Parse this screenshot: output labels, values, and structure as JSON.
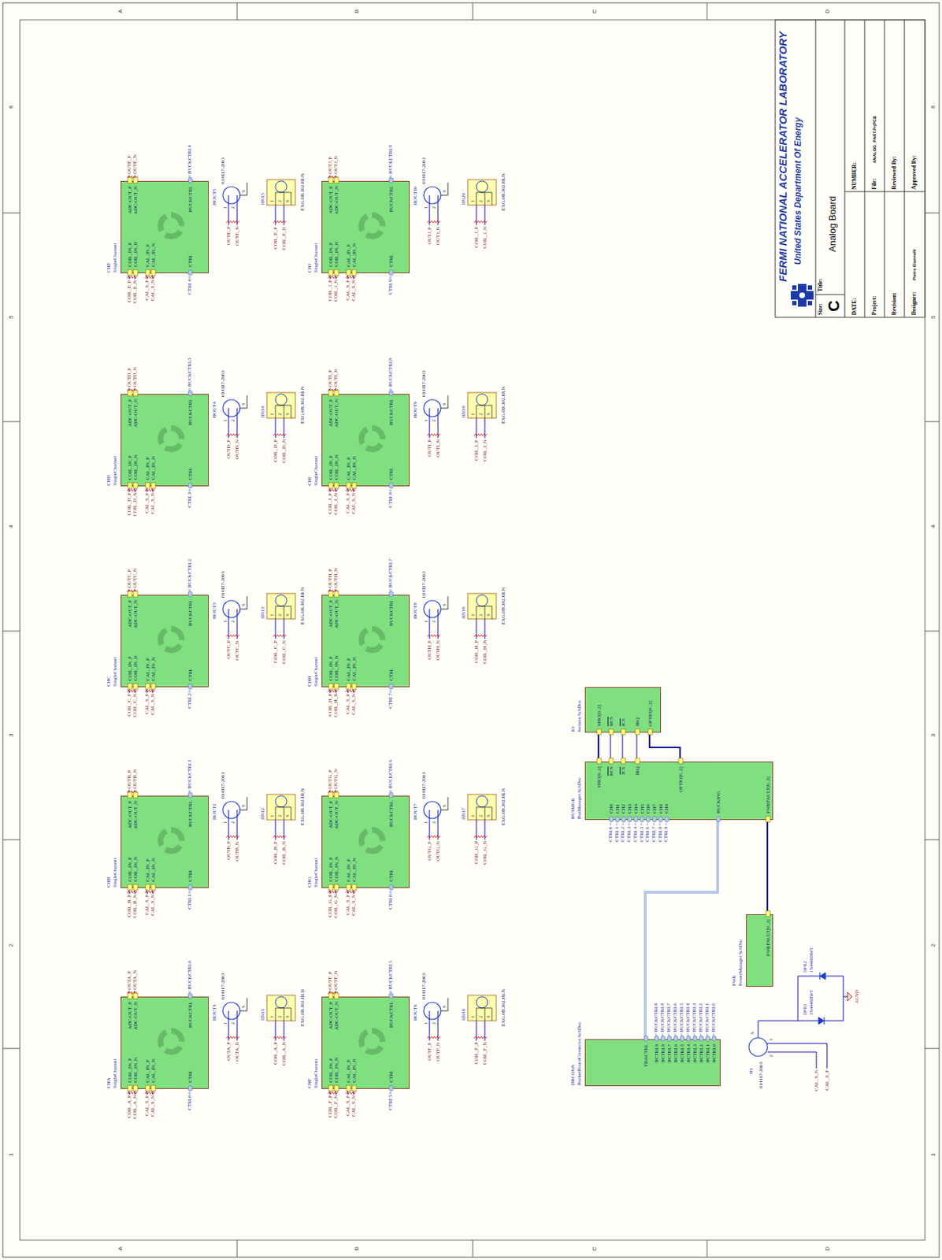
{
  "diagram": {
    "nodes": [
      {
        "text": [
          "CHA",
          "SingleChannel",
          "COIL_IN_P",
          "COIL_IN_N",
          "CAL_IN_P",
          "CAL_IN_N",
          "CTRL",
          "ADC-OUT_P",
          "ADC-OUT_N",
          "BUCKCTRL"
        ]
      },
      {
        "text": [
          "CHB",
          "SingleChannel",
          "COIL_IN_P",
          "COIL_IN_N",
          "CAL_IN_P",
          "CAL_IN_N",
          "CTRL",
          "ADC-OUT_P",
          "ADC-OUT_N",
          "BUCKCTRL"
        ]
      },
      {
        "text": [
          "CHC",
          "SingleChannel",
          "COIL_IN_P",
          "COIL_IN_N",
          "CAL_IN_P",
          "CAL_IN_N",
          "CTRL",
          "ADC-OUT_P",
          "ADC-OUT_N",
          "BUCKCTRL"
        ]
      },
      {
        "text": [
          "CHD",
          "SingleChannel",
          "COIL_IN_P",
          "COIL_IN_N",
          "CAL_IN_P",
          "CAL_IN_N",
          "CTRL",
          "ADC-OUT_P",
          "ADC-OUT_N",
          "BUCKCTRL"
        ]
      },
      {
        "text": [
          "CHE",
          "SingleChannel",
          "COIL_IN_P",
          "COIL_IN_N",
          "CAL_IN_P",
          "CAL_IN_N",
          "CTRL",
          "ADC-OUT_P",
          "ADC-OUT_N",
          "BUCKCTRL"
        ]
      },
      {
        "text": [
          "CHF",
          "SingleChannel",
          "COIL_IN_P",
          "COIL_IN_N",
          "CAL_IN_P",
          "CAL_IN_N",
          "CTRL",
          "ADC-OUT_P",
          "ADC-OUT_N",
          "BUCKCTRL"
        ]
      },
      {
        "text": [
          "CHG",
          "SingleChannel",
          "COIL_IN_P",
          "COIL_IN_N",
          "CAL_IN_P",
          "CAL_IN_N",
          "CTRL",
          "ADC-OUT_P",
          "ADC-OUT_N",
          "BUCKCTRL"
        ]
      },
      {
        "text": [
          "CHH",
          "SingleChannel",
          "COIL_IN_P",
          "COIL_IN_N",
          "CAL_IN_P",
          "CAL_IN_N",
          "CTRL",
          "ADC-OUT_P",
          "ADC-OUT_N",
          "BUCKCTRL"
        ]
      },
      {
        "text": [
          "CHI",
          "SingleChannel",
          "COIL_IN_P",
          "COIL_IN_N",
          "CAL_IN_P",
          "CAL_IN_N",
          "CTRL",
          "ADC-OUT_P",
          "ADC-OUT_N",
          "BUCKCTRL"
        ]
      },
      {
        "text": [
          "CHJ",
          "SingleChannel",
          "COIL_IN_P",
          "COIL_IN_N",
          "CAL_IN_P",
          "CAL_IN_N",
          "CTRL",
          "ADC-OUT_P",
          "ADC-OUT_N",
          "BUCKCTRL"
        ]
      },
      {
        "text": [
          "HOUT1",
          "014117-2003",
          "1",
          "2",
          "S"
        ]
      },
      {
        "text": [
          "HOUT2",
          "014117-2003",
          "1",
          "2",
          "S"
        ]
      },
      {
        "text": [
          "HOUT3",
          "014117-2003",
          "1",
          "2",
          "S"
        ]
      },
      {
        "text": [
          "HOUT4",
          "014117-2003",
          "1",
          "2",
          "S"
        ]
      },
      {
        "text": [
          "HOUT5",
          "014117-2003",
          "1",
          "2",
          "S"
        ]
      },
      {
        "text": [
          "HOUT6",
          "014117-2003",
          "1",
          "2",
          "S"
        ]
      },
      {
        "text": [
          "HOUT7",
          "014117-2003",
          "1",
          "2",
          "S"
        ]
      },
      {
        "text": [
          "HOUT8",
          "014117-2003",
          "1",
          "2",
          "S"
        ]
      },
      {
        "text": [
          "HOUT9",
          "014117-2003",
          "1",
          "2",
          "S"
        ]
      },
      {
        "text": [
          "HOUT10",
          "014117-2003",
          "1",
          "2",
          "S"
        ]
      },
      {
        "text": [
          "JIN11",
          "EXG.0B.302.HLN",
          "1",
          "2",
          "S"
        ]
      },
      {
        "text": [
          "JIN12",
          "EXG.0B.302.HLN",
          "1",
          "2",
          "S"
        ]
      },
      {
        "text": [
          "JIN13",
          "EXG.0B.302.HLN",
          "1",
          "2",
          "S"
        ]
      },
      {
        "text": [
          "JIN14",
          "EXG.0B.302.HLN",
          "1",
          "2",
          "S"
        ]
      },
      {
        "text": [
          "JIN15",
          "EXG.0B.302.HLN",
          "1",
          "2",
          "S"
        ]
      },
      {
        "text": [
          "JIN16",
          "EXG.0B.302.HLN",
          "1",
          "2",
          "S"
        ]
      },
      {
        "text": [
          "JIN17",
          "EXG.0B.302.HLN",
          "1",
          "2",
          "S"
        ]
      },
      {
        "text": [
          "JIN18",
          "EXG.0B.302.HLN",
          "1",
          "2",
          "S"
        ]
      },
      {
        "text": [
          "JIN19",
          "EXG.0B.302.HLN",
          "1",
          "2",
          "S"
        ]
      },
      {
        "text": [
          "JIN20",
          "EXG.0B.302.HLN",
          "1",
          "2",
          "S"
        ]
      },
      {
        "text": [
          "IO",
          "Isolator.SchDoc",
          "SPIO[0..2]",
          "RCS",
          "ICS",
          "IRQ",
          "OPTIO[0..2]"
        ]
      },
      {
        "text": [
          "BUSMGR",
          "BusManager.SchDoc",
          "SPIO[0..2]",
          "RCS",
          "ICS",
          "IRQ",
          "CH0",
          "CH1",
          "CH2",
          "CH3",
          "CH4",
          "CH5",
          "CH6",
          "CH7",
          "CH8",
          "CH9",
          "OPTIO[0..2]",
          "BUCKING",
          "PWRFAULT[0..3]"
        ]
      },
      {
        "text": [
          "PWR",
          "PowerManager.SchDoc",
          "PWRFAULT[0..3]"
        ]
      },
      {
        "text": [
          "DBCONN",
          "BucketBoardConnector.SchDoc",
          "TDACTRL",
          "BCTRL9",
          "BCTRL8",
          "BCTRL7",
          "BCTRL6",
          "BCTRL5",
          "BCTRL4",
          "BCTRL3",
          "BCTRL2",
          "BCTRL1",
          "BCTRL0"
        ]
      },
      {
        "text": [
          "H1",
          "014117-2003",
          "2",
          "1",
          "S"
        ]
      }
    ],
    "edges": [
      {
        "from": 31,
        "to": 30,
        "arrow": "none"
      },
      {
        "from": 31,
        "to": 30,
        "arrow": "none"
      },
      {
        "from": 31,
        "to": 30,
        "arrow": "none"
      },
      {
        "from": 31,
        "to": 30,
        "arrow": "none"
      },
      {
        "from": 31,
        "to": 30,
        "arrow": "none"
      },
      {
        "from": 31,
        "to": 33,
        "arrow": "none"
      },
      {
        "from": 31,
        "to": 32,
        "arrow": "none"
      }
    ],
    "labels": [
      "COIL_A_P",
      "COIL_A_N",
      "CAL_S_P",
      "CAL_S_N",
      "CTRL0",
      "OUTA_P",
      "OUTA_N",
      "BUCKCTRL0",
      "OUTA_P",
      "OUTA_N",
      "COIL_A_P",
      "COIL_A_N",
      "COIL_B_P",
      "COIL_B_N",
      "CAL_S_P",
      "CAL_S_N",
      "CTRL1",
      "OUTB_P",
      "OUTB_N",
      "BUCKCTRL1",
      "OUTB_P",
      "OUTB_N",
      "COIL_B_P",
      "COIL_B_N",
      "COIL_C_P",
      "COIL_C_N",
      "CAL_S_P",
      "CAL_S_N",
      "CTRL2",
      "OUTC_P",
      "OUTC_N",
      "BUCKCTRL2",
      "OUTC_P",
      "OUTC_N",
      "COIL_C_P",
      "COIL_C_N",
      "COIL_D_P",
      "COIL_D_N",
      "CAL_S_P",
      "CAL_S_N",
      "CTRL3",
      "OUTD_P",
      "OUTD_N",
      "BUCKCTRL3",
      "OUTD_P",
      "OUTD_N",
      "COIL_D_P",
      "COIL_D_N",
      "COIL_E_P",
      "COIL_E_N",
      "CAL_S_P",
      "CAL_S_N",
      "CTRL4",
      "OUTE_P",
      "OUTE_N",
      "BUCKCTRL4",
      "OUTE_P",
      "OUTE_N",
      "COIL_E_P",
      "COIL_E_N",
      "COIL_F_P",
      "COIL_F_N",
      "CAL_S_P",
      "CAL_S_N",
      "CTRL5",
      "OUTF_P",
      "OUTF_N",
      "BUCKCTRL5",
      "OUTF_P",
      "OUTF_N",
      "COIL_F_P",
      "COIL_F_N",
      "COIL_G_P",
      "COIL_G_N",
      "CAL_S_P",
      "CAL_S_N",
      "CTRL6",
      "OUTG_P",
      "OUTG_N",
      "BUCKCTRL6",
      "OUTG_P",
      "OUTG_N",
      "COIL_G_P",
      "COIL_G_N",
      "COIL_H_P",
      "COIL_H_N",
      "CAL_S_P",
      "CAL_S_N",
      "CTRL7",
      "OUTH_P",
      "OUTH_N",
      "BUCKCTRL7",
      "OUTH_P",
      "OUTH_N",
      "COIL_H_P",
      "COIL_H_N",
      "COIL_I_P",
      "COIL_I_N",
      "CAL_S_P",
      "CAL_S_N",
      "CTRL8",
      "OUTI_P",
      "OUTI_N",
      "BUCKCTRL8",
      "OUTI_P",
      "OUTI_N",
      "COIL_I_P",
      "COIL_I_N",
      "COIL_J_P",
      "COIL_J_N",
      "CAL_S_P",
      "CAL_S_N",
      "CTRL9",
      "OUTJ_P",
      "OUTJ_N",
      "BUCKCTRL9",
      "OUTJ_P",
      "OUTJ_N",
      "COIL_J_P",
      "COIL_J_N",
      "CTRL0",
      "CTRL1",
      "CTRL2",
      "CTRL3",
      "CTRL4",
      "CTRL5",
      "CTRL6",
      "CTRL7",
      "CTRL8",
      "CTRL9",
      "BUCKCTRL9",
      "BUCKCTRL8",
      "BUCKCTRL7",
      "BUCKCTRL6",
      "BUCKCTRL5",
      "BUCKCTRL4",
      "BUCKCTRL3",
      "BUCKCTRL2",
      "BUCKCTRL1",
      "BUCKCTRL0",
      "CAL_S_N",
      "CAL_S_P",
      "DPR1",
      "1N4448HWT",
      "DPR2",
      "1N4448HWT",
      "AGND",
      "FERMI NATIONAL ACCELERATOR LABORATORY",
      "United States Department Of Energy",
      "Size:",
      "C",
      "Title:",
      "Analog Board",
      "DATE:",
      "NUMBER:",
      "Project:",
      "File:",
      "ANALOG_PART.PrjPCB",
      "Revision:",
      "Reviewed By:",
      "Designer:",
      "Pietro Giannelli",
      "Approved By:",
      "A",
      "B",
      "C",
      "D",
      "A",
      "B",
      "C",
      "D",
      "1",
      "2",
      "3",
      "4",
      "5",
      "6",
      "1",
      "2",
      "3",
      "4",
      "5",
      "6"
    ]
  }
}
